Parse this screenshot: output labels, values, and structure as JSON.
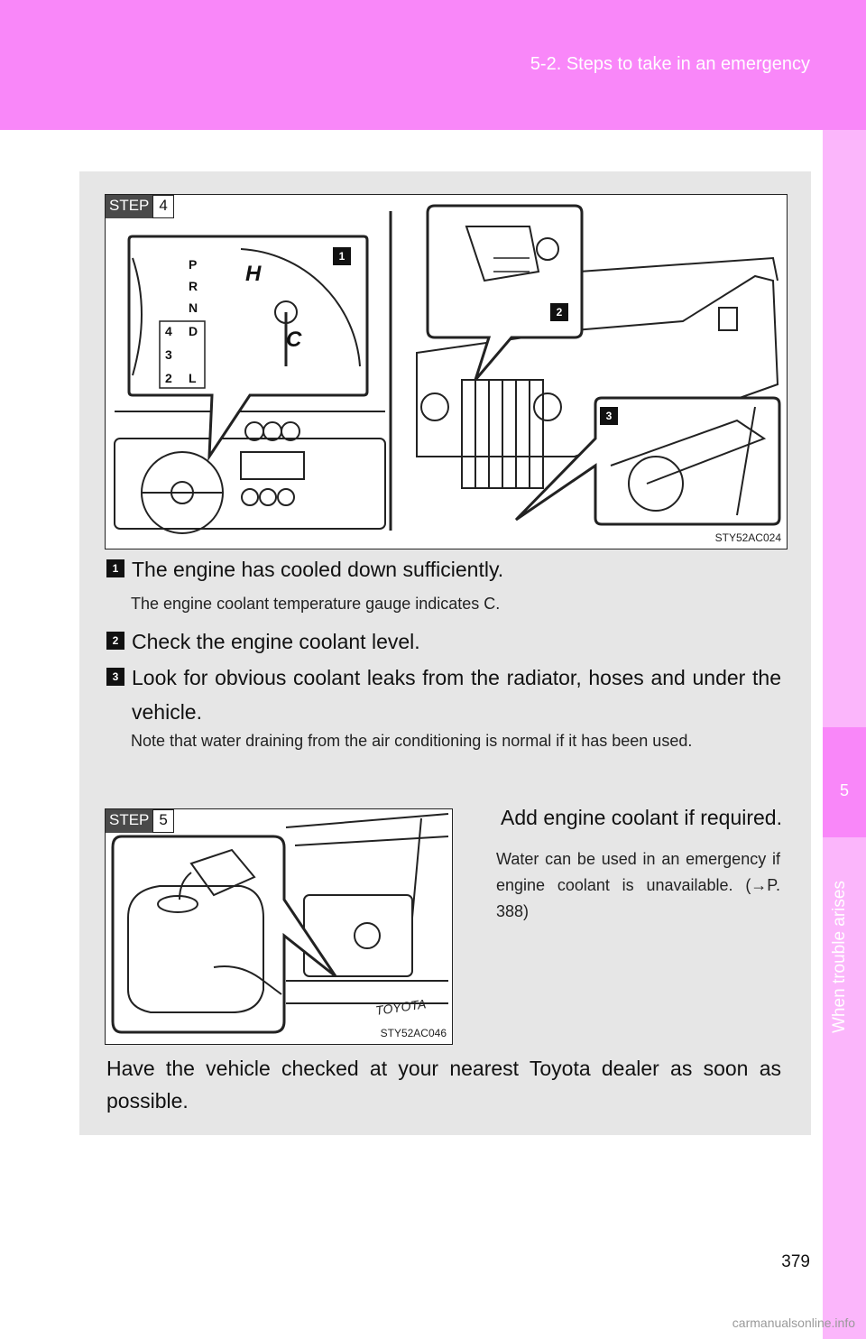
{
  "header": {
    "section": "5-2. Steps to take in an emergency"
  },
  "side_tab": {
    "number": "5",
    "label": "When trouble arises"
  },
  "step4": {
    "step_label": "STEP",
    "step_number": "4",
    "figure_code": "STY52AC024",
    "callouts": [
      "1",
      "2",
      "3"
    ],
    "gauge": {
      "hot_label": "H",
      "cold_label": "C",
      "shift_positions": [
        "P",
        "R",
        "N",
        "D",
        "L"
      ],
      "low_gears": [
        "4",
        "3",
        "2"
      ]
    },
    "items": [
      {
        "badge": "1",
        "text": "The engine has cooled down sufficiently.",
        "note": "The engine coolant temperature gauge indicates C."
      },
      {
        "badge": "2",
        "text": "Check the engine coolant level."
      },
      {
        "badge": "3",
        "text": "Look for obvious coolant leaks from the radiator, hoses and under the vehicle.",
        "note": "Note that water draining from the air conditioning is normal if it has been used."
      }
    ]
  },
  "step5": {
    "step_label": "STEP",
    "step_number": "5",
    "figure_code": "STY52AC046",
    "logo_text": "TOYOTA",
    "heading": "Add engine coolant if required.",
    "note": "Water can be used in an emergency if engine coolant is unavailable. (→P. 388)"
  },
  "closing": "Have the vehicle checked at your nearest Toyota dealer as soon as possible.",
  "page_number": "379",
  "watermark": "carmanualsonline.info"
}
